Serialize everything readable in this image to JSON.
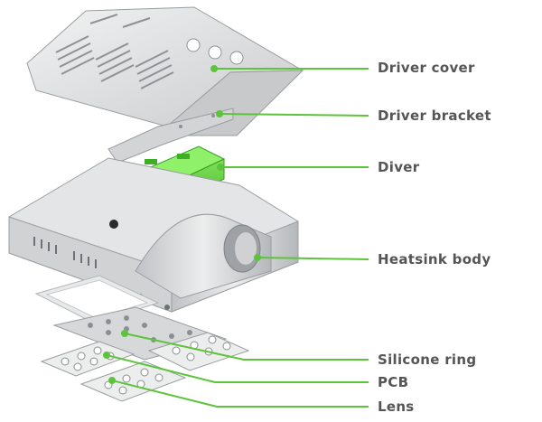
{
  "diagram": {
    "labels": {
      "driver_cover": "Driver cover",
      "driver_bracket": "Driver bracket",
      "diver": "Diver",
      "heatsink_body": "Heatsink body",
      "silicone_ring": "Silicone ring",
      "pcb": "PCB",
      "lens": "Lens"
    },
    "colors": {
      "accent_green": "#5cc43a",
      "label_text": "#555555",
      "metal": "#d9dadb",
      "metal_dark": "#a9acaf"
    }
  }
}
